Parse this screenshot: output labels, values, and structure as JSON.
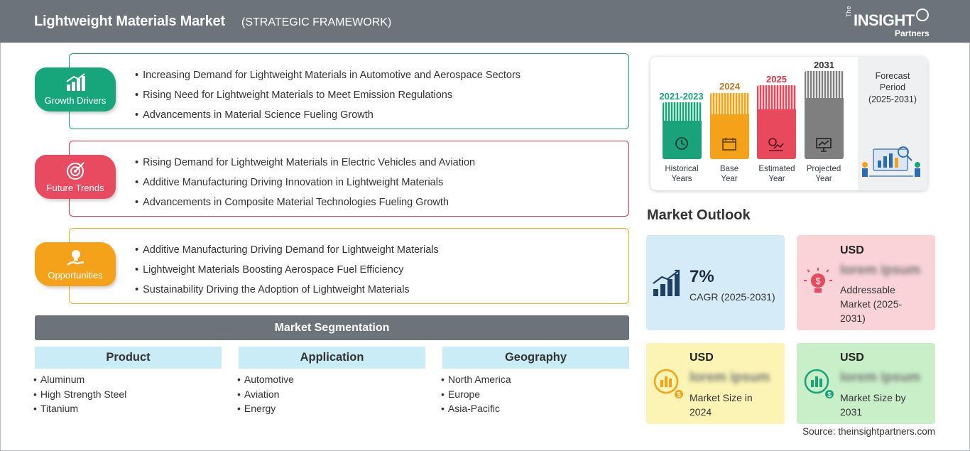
{
  "header": {
    "title": "Lightweight Materials Market",
    "subtitle": "(STRATEGIC FRAMEWORK)",
    "logo_small": "The",
    "logo_big": "INSIGHT",
    "logo_partners": "Partners"
  },
  "growth_drivers": {
    "label": "Growth Drivers",
    "items": [
      "Increasing Demand for Lightweight Materials in Automotive and Aerospace Sectors",
      "Rising Need for Lightweight Materials to Meet Emission Regulations",
      "Advancements in Material Science Fueling Growth"
    ]
  },
  "future_trends": {
    "label": "Future Trends",
    "items": [
      "Rising Demand for Lightweight Materials in Electric Vehicles and Aviation",
      "Additive Manufacturing Driving Innovation in Lightweight Materials",
      "Advancements in Composite Material Technologies Fueling Growth"
    ]
  },
  "opportunities": {
    "label": "Opportunities",
    "items": [
      "Additive Manufacturing Driving Demand for Lightweight Materials",
      "Lightweight Materials Boosting Aerospace Fuel Efficiency",
      "Sustainability Driving the Adoption of Lightweight Materials"
    ]
  },
  "segmentation": {
    "title": "Market Segmentation",
    "columns": [
      {
        "heading": "Product",
        "items": [
          "Aluminum",
          "High Strength Steel",
          "Titanium"
        ]
      },
      {
        "heading": "Application",
        "items": [
          "Automotive",
          "Aviation",
          "Energy"
        ]
      },
      {
        "heading": "Geography",
        "items": [
          "North America",
          "Europe",
          "Asia-Pacific"
        ]
      }
    ]
  },
  "timeline": {
    "bars": [
      {
        "year": "2021-2023",
        "caption_1": "Historical",
        "caption_2": "Years",
        "color": "#1aa37a",
        "icon": "history-icon"
      },
      {
        "year": "2024",
        "caption_1": "Base",
        "caption_2": "Year",
        "color": "#f5a21b",
        "icon": "calendar-icon"
      },
      {
        "year": "2025",
        "caption_1": "Estimated",
        "caption_2": "Year",
        "color": "#e8495d",
        "icon": "settings-chart-icon"
      },
      {
        "year": "2031",
        "caption_1": "Projected",
        "caption_2": "Year",
        "color": "#7f7f7f",
        "icon": "presentation-icon"
      }
    ],
    "forecast_1": "Forecast",
    "forecast_2": "Period",
    "forecast_3": "(2025-2031)"
  },
  "market_outlook": {
    "title": "Market Outlook",
    "cagr_value": "7%",
    "cagr_label": "CAGR (2025-2031)",
    "addressable_usd": "USD",
    "addressable_value": "lorem ipsum",
    "addressable_label_1": "Addressable",
    "addressable_label_2": "Market (2025-",
    "addressable_label_3": "2031)",
    "size2024_usd": "USD",
    "size2024_value": "lorem ipsum",
    "size2024_label_1": "Market Size in",
    "size2024_label_2": "2024",
    "size2031_usd": "USD",
    "size2031_value": "lorem ipsum",
    "size2031_label_1": "Market Size by",
    "size2031_label_2": "2031",
    "colors": {
      "cagr": "#d5ebf7",
      "addressable": "#f9d3d8",
      "size2024": "#fbf4b4",
      "size2031": "#c9efc9"
    }
  },
  "source": "Source: theinsightpartners.com"
}
